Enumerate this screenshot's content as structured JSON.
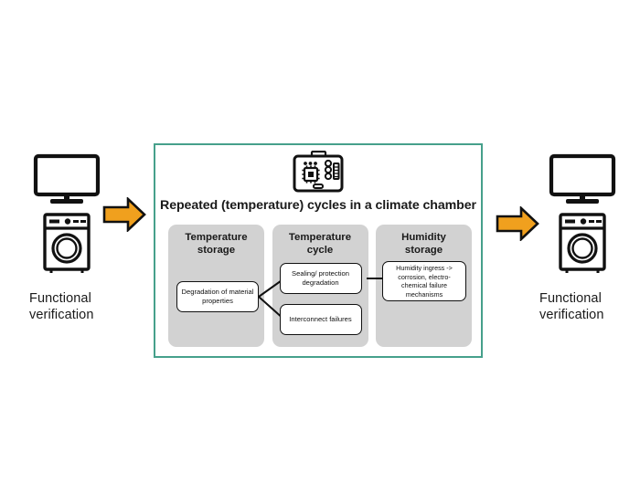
{
  "diagram": {
    "title": "Repeated (temperature) cycles in a climate chamber",
    "frame_color": "#46a08b",
    "arrow_color": "#F0A01E",
    "panel_color": "#d2d2d2"
  },
  "left_stage": {
    "caption": "Functional\nverification",
    "caption_line1": "Functional",
    "caption_line2": "verification",
    "icons": [
      "monitor-icon",
      "washing-machine-icon"
    ],
    "arrow": "right-arrow-orange"
  },
  "right_stage": {
    "caption_line1": "Functional",
    "caption_line2": "verification",
    "icons": [
      "monitor-icon",
      "washing-machine-icon"
    ],
    "arrow": "right-arrow-orange"
  },
  "chamber": {
    "icon": "climate-chamber-circuit-board-icon",
    "title": "Repeated (temperature) cycles in a climate chamber",
    "panels": [
      {
        "id": "temperature-storage",
        "title_line1": "Temperature",
        "title_line2": "storage",
        "boxes": [
          {
            "id": "degradation-of-material-properties",
            "text": "Degradation of material properties"
          }
        ]
      },
      {
        "id": "temperature-cycle",
        "title_line1": "Temperature",
        "title_line2": "cycle",
        "boxes": [
          {
            "id": "sealing-protection-degradation",
            "text": "Sealing/ protection degradation"
          },
          {
            "id": "interconnect-failures",
            "text": "Interconnect failures"
          }
        ]
      },
      {
        "id": "humidity-storage",
        "title_line1": "Humidity",
        "title_line2": "storage",
        "boxes": [
          {
            "id": "humidity-ingress",
            "text": "Humidity ingress -> corrosion, electro-chemical failure mechanisms"
          }
        ]
      }
    ]
  }
}
